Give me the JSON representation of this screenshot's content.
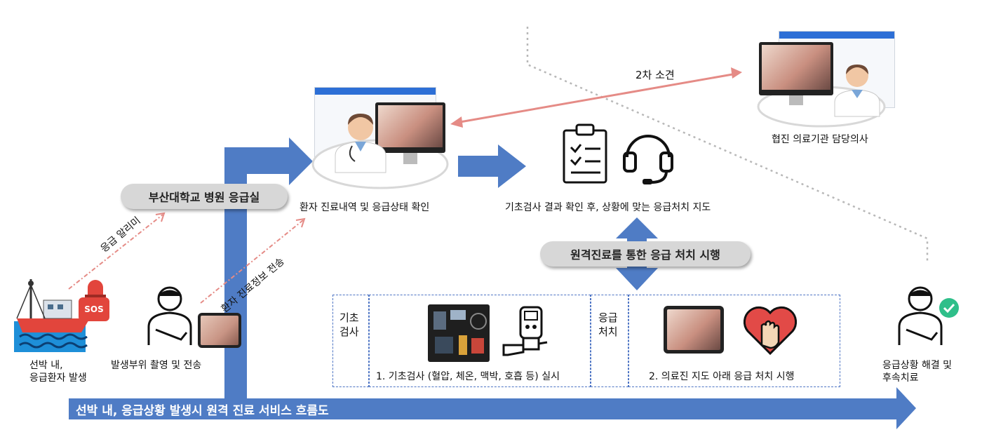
{
  "labels": {
    "ship": [
      "선박 내,",
      "응급환자 발생"
    ],
    "capture": "발생부위 촬영 및 전송",
    "hospital_pill": "부산대학교 병원 응급실",
    "emergency_notice": "응급 알리미",
    "patient_info_send": "환자 진료정보 전송",
    "doctor_check": "환자 진료내역 및 응급상태 확인",
    "second_opinion": "2차 소견",
    "cooperating_doctor": "협진 의료기관 담당의사",
    "guidance": "기초검사 결과 확인 후, 상황에 맞는 응급처치 지도",
    "remote_pill": "원격진료를 통한 응급 처치 시행",
    "basic_tag": [
      "기초",
      "검사"
    ],
    "basic_step": "1. 기초검사 (혈압, 체온, 맥박, 호흡 등) 실시",
    "emergency_tag": [
      "응급",
      "처치"
    ],
    "emergency_step": "2. 의료진 지도 아래 응급 처치 시행",
    "resolved": [
      "응급상황 해결 및",
      "후속치료"
    ],
    "flow_title": "선박 내, 응급상황 발생시 원격 진료 서비스 흐름도",
    "sos": "SOS"
  },
  "colors": {
    "flow_blue": "#4f7cc5",
    "salmon": "#e58b86",
    "dash_blue": "#4d74c4",
    "pill_gray": "#d7d7d7",
    "check_green": "#2fbf8a"
  }
}
